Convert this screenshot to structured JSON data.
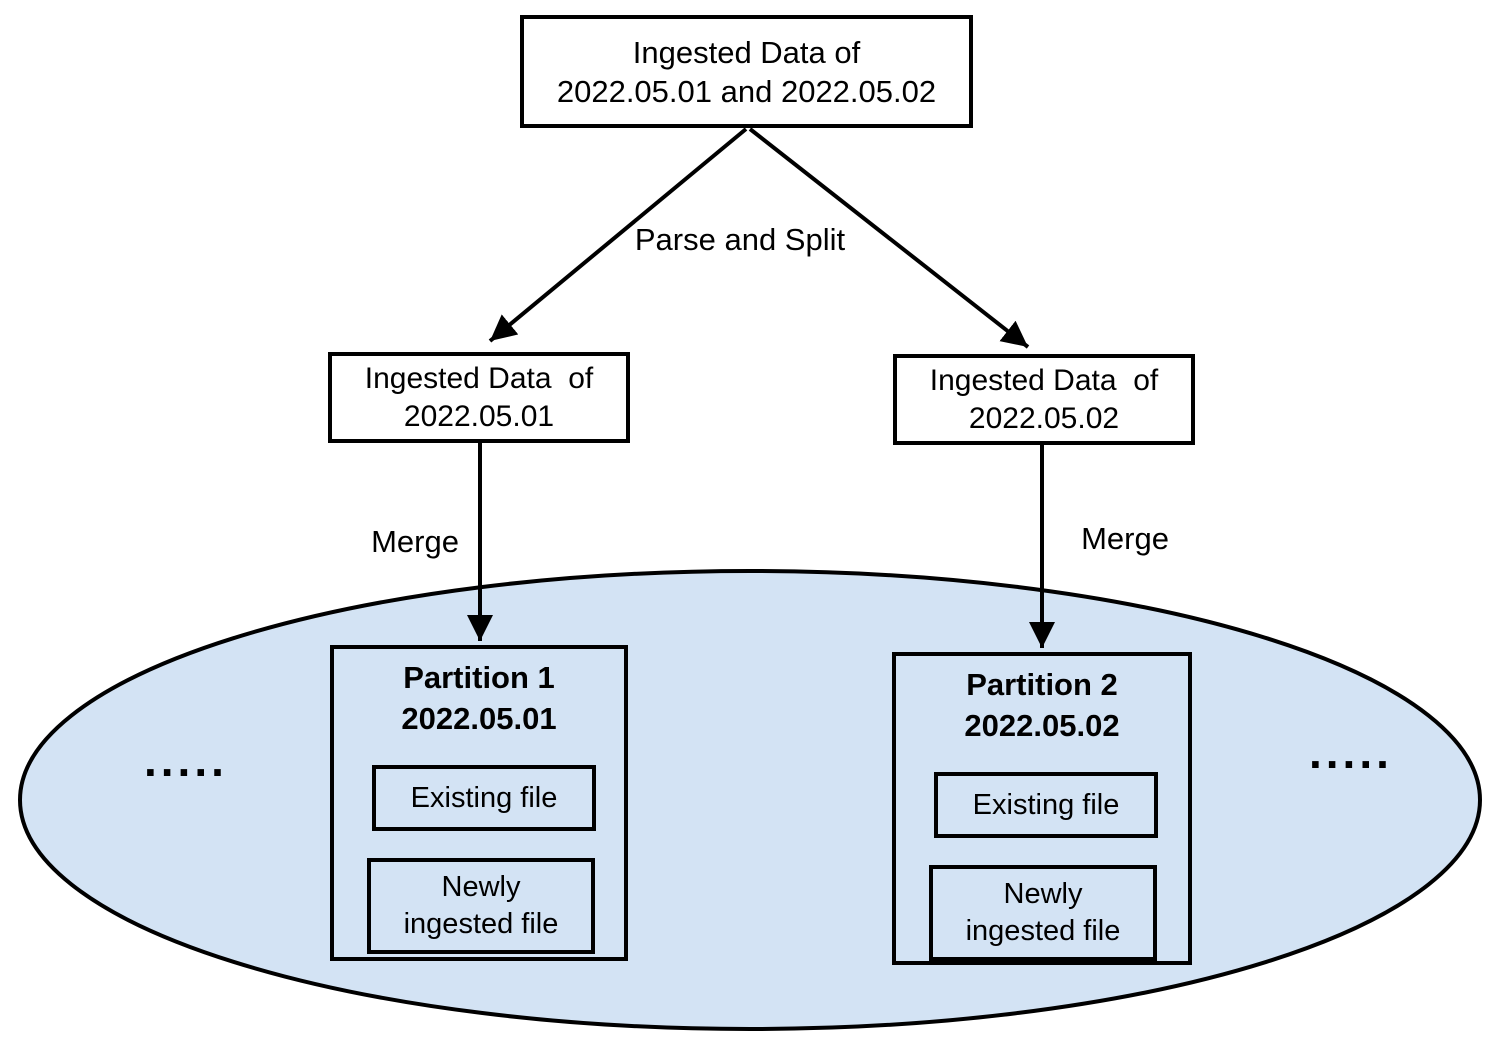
{
  "colors": {
    "background": "#ffffff",
    "line-stroke": "#000000",
    "text": "#000000",
    "ellipse-fill": "#d3e3f4"
  },
  "diagram": {
    "root_box": {
      "line1": "Ingested Data of",
      "line2": "2022.05.01 and 2022.05.02"
    },
    "parse_split_label": "Parse and Split",
    "ingest_left": {
      "line1": "Ingested Data  of",
      "line2": "2022.05.01"
    },
    "ingest_right": {
      "line1": "Ingested Data  of",
      "line2": "2022.05.02"
    },
    "merge_left_label": "Merge",
    "merge_right_label": "Merge",
    "storage": {
      "ellipsis_left": ".....",
      "ellipsis_right": ".....",
      "partitions": [
        {
          "title": "Partition 1",
          "date": "2022.05.01",
          "files": [
            {
              "lines": [
                "Existing file"
              ]
            },
            {
              "lines": [
                "Newly",
                "ingested file"
              ]
            }
          ]
        },
        {
          "title": "Partition 2",
          "date": "2022.05.02",
          "files": [
            {
              "lines": [
                "Existing file"
              ]
            },
            {
              "lines": [
                "Newly",
                "ingested file"
              ]
            }
          ]
        }
      ]
    }
  }
}
